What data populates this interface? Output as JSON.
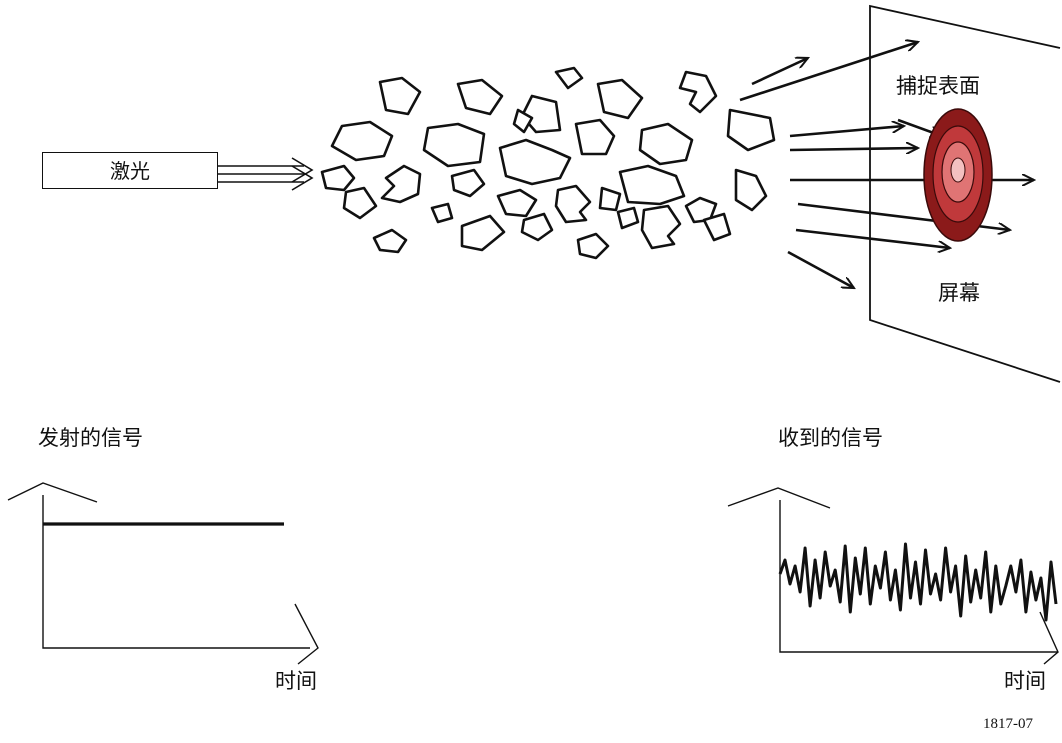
{
  "labels": {
    "laser": "激光",
    "capture_surface": "捕捉表面",
    "screen": "屏幕",
    "emitted_signal": "发射的信号",
    "received_signal": "收到的信号",
    "time_left": "时间",
    "time_right": "时间",
    "figure_number": "1817-07"
  },
  "colors": {
    "line": "#111111",
    "spot_outer": "#8b1a1a",
    "spot_mid": "#c0393b",
    "spot_inner": "#e07474",
    "spot_center": "#f3c0c0"
  },
  "icons": [
    "particle-outline",
    "arrow-icon",
    "target-spot"
  ]
}
